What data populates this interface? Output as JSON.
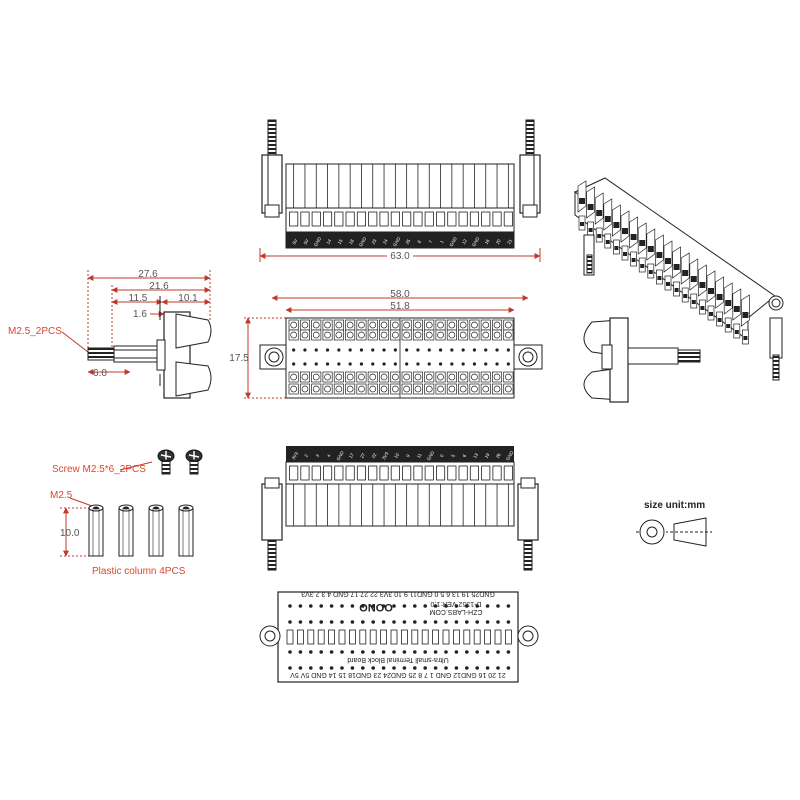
{
  "dimensions": {
    "total_length": "63.0",
    "width": "58.0",
    "pitch_span": "51.8",
    "height": "17.5",
    "side_total": "27.6",
    "side_mid": "21.6",
    "side_a": "11.5",
    "side_b": "10.1",
    "side_c": "1.6",
    "side_d": "6.0",
    "column_height": "10.0"
  },
  "labels": {
    "screw_m25_2pcs": "M2.5_2PCS",
    "screw_kit": "Screw M2.5*6_2PCS",
    "column_m25": "M2.5",
    "plastic_column": "Plastic column 4PCS",
    "size_unit": "size unit:mm"
  },
  "pcb": {
    "top_row": "GND25 19 13 6 5 0 GND11 9 10 3V3 22 27 17 GND 4 3 2 3V3",
    "bottom_row": "21 20 16 GND12 GND 1 7 8 25 GND24 23 GND18 15 14 GND 5V 5V",
    "brand": "CZH-LABS.COM",
    "model": "D-1352 VER:1.0",
    "title": "Ultra-small Terminal Block Board",
    "logo": "OONO"
  },
  "pins_top": [
    "5V",
    "5V",
    "GND",
    "14",
    "15",
    "18",
    "GND",
    "23",
    "24",
    "GND",
    "25",
    "8",
    "7",
    "1",
    "GND",
    "12",
    "GND",
    "16",
    "20",
    "21"
  ],
  "pins_bottom": [
    "3V3",
    "2",
    "3",
    "4",
    "GND",
    "17",
    "27",
    "22",
    "3V3",
    "10",
    "9",
    "11",
    "GND",
    "0",
    "5",
    "6",
    "13",
    "19",
    "26",
    "GND"
  ]
}
